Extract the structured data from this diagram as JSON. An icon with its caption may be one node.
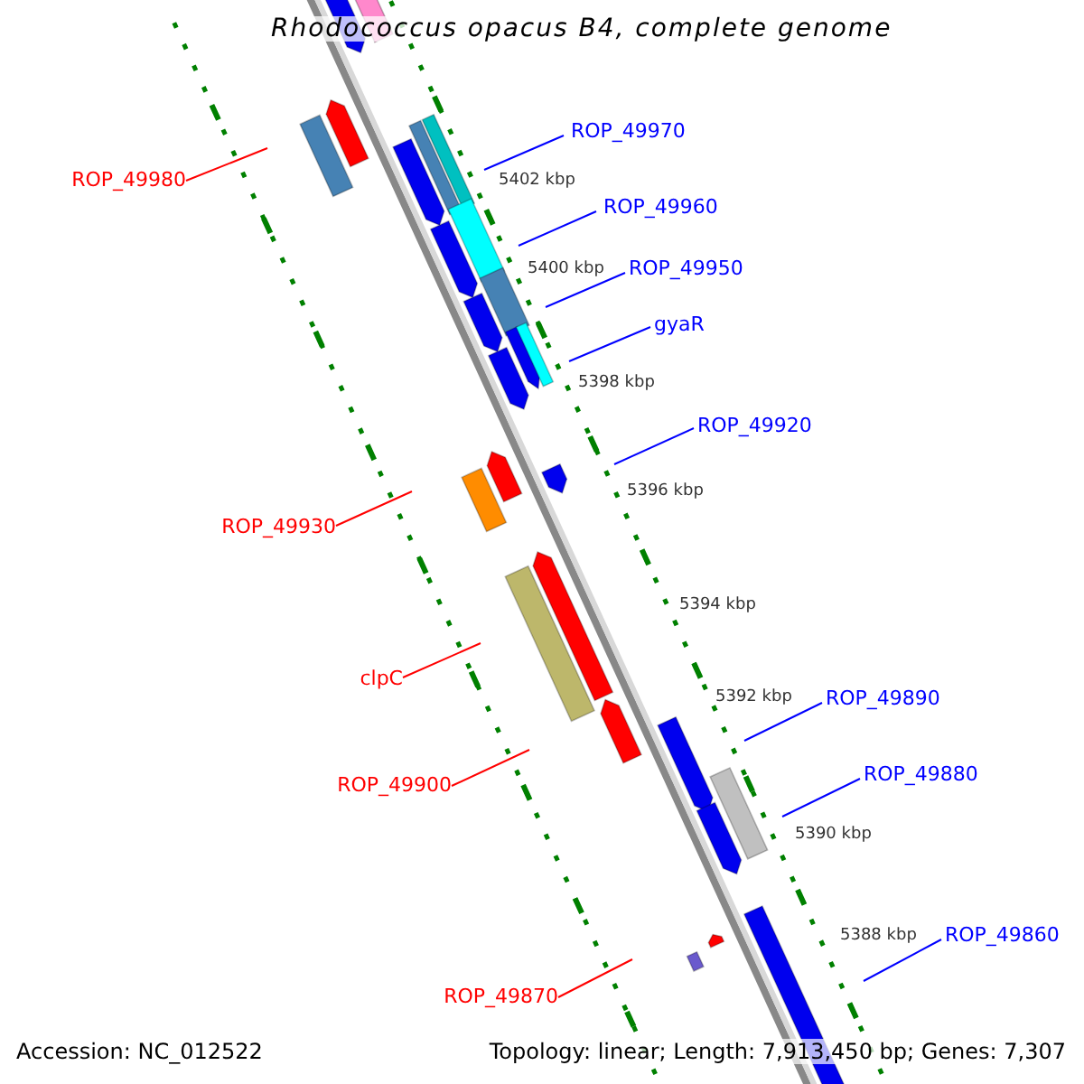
{
  "diagram": {
    "title": "Rhodococcus opacus B4, complete genome",
    "nodes": [
      {
        "text": [
          "ROP_49980"
        ]
      },
      {
        "text": [
          "ROP_49970"
        ]
      },
      {
        "text": [
          "ROP_49960"
        ]
      },
      {
        "text": [
          "ROP_49950"
        ]
      },
      {
        "text": [
          "gyaR"
        ]
      },
      {
        "text": [
          "ROP_49920"
        ]
      },
      {
        "text": [
          "ROP_49930"
        ]
      },
      {
        "text": [
          "clpC"
        ]
      },
      {
        "text": [
          "ROP_49900"
        ]
      },
      {
        "text": [
          "ROP_49890"
        ]
      },
      {
        "text": [
          "ROP_49880"
        ]
      },
      {
        "text": [
          "ROP_49870"
        ]
      },
      {
        "text": [
          "ROP_49860"
        ]
      }
    ],
    "edges": [
      {
        "from": 0,
        "to": null,
        "arrow": "none",
        "color": "#ff0000"
      },
      {
        "from": 1,
        "to": null,
        "arrow": "none"
      },
      {
        "from": 2,
        "to": null,
        "arrow": "none"
      },
      {
        "from": 3,
        "to": null,
        "arrow": "none"
      },
      {
        "from": 4,
        "to": null,
        "arrow": "none"
      },
      {
        "from": 5,
        "to": null,
        "arrow": "none"
      },
      {
        "from": 6,
        "to": null,
        "arrow": "none",
        "color": "#ff0000"
      },
      {
        "from": 7,
        "to": null,
        "arrow": "none",
        "color": "#ff0000"
      },
      {
        "from": 8,
        "to": null,
        "arrow": "none",
        "color": "#ff0000"
      },
      {
        "from": 9,
        "to": null,
        "arrow": "none"
      },
      {
        "from": 10,
        "to": null,
        "arrow": "none"
      },
      {
        "from": 11,
        "to": null,
        "arrow": "none",
        "color": "#ff0000"
      },
      {
        "from": 12,
        "to": null,
        "arrow": "none"
      }
    ],
    "labels": [
      "5402 kbp",
      "5400 kbp",
      "5398 kbp",
      "5396 kbp",
      "5394 kbp",
      "5392 kbp",
      "5390 kbp",
      "5388 kbp",
      "Accession: NC_012522",
      "Topology: linear; Length: 7,913,450 bp; Genes: 7,307"
    ]
  }
}
